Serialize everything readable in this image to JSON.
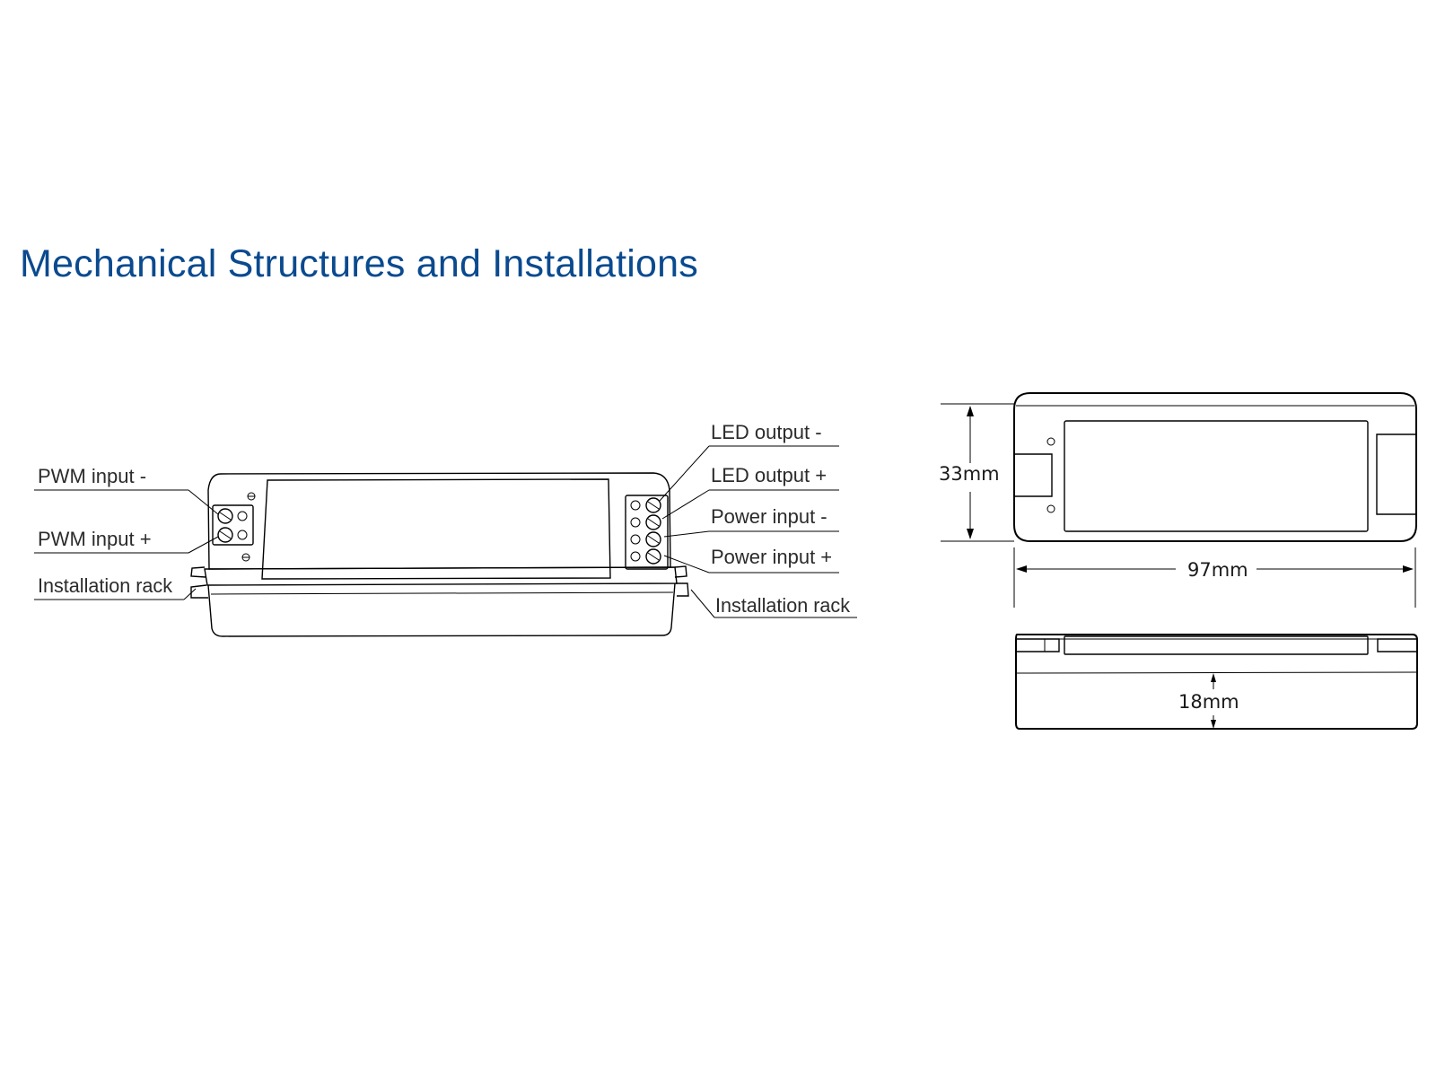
{
  "title": "Mechanical Structures and Installations",
  "colors": {
    "title": "#0a4a8f",
    "line": "#000000"
  },
  "labels": {
    "pwm_minus": "PWM input -",
    "pwm_plus": "PWM input +",
    "install_rack_left": "Installation rack",
    "led_out_minus": "LED output -",
    "led_out_plus": "LED output +",
    "power_in_minus": "Power input -",
    "power_in_plus": "Power input +",
    "install_rack_right": "Installation rack"
  },
  "dimensions": {
    "height": "33mm",
    "length": "97mm",
    "thickness": "18mm"
  }
}
